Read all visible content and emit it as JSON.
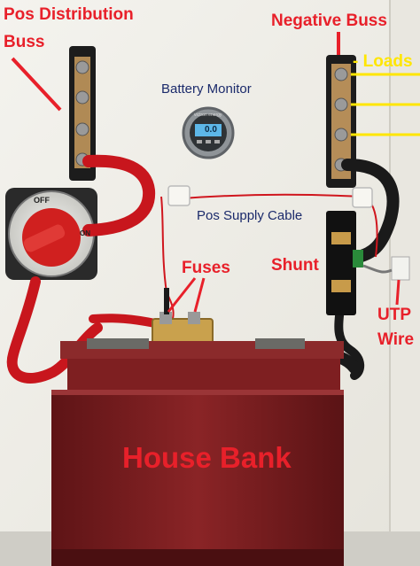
{
  "labels": {
    "pos_distribution": "Pos Distribution",
    "buss": "Buss",
    "negative_buss": "Negative Buss",
    "loads": "- Loads",
    "battery_monitor": "Battery Monitor",
    "pos_supply_cable": "Pos Supply Cable",
    "fuses": "Fuses",
    "shunt": "Shunt",
    "utp": "UTP",
    "wire": "Wire",
    "house_bank": "House Bank"
  },
  "switch": {
    "off": "OFF",
    "on": "ON"
  },
  "monitor": {
    "brand": "victron energy",
    "reading": "0.0"
  },
  "colors": {
    "label_red": "#e8202a",
    "label_yellow": "#ffe600",
    "label_dark": "#1b2a6b",
    "battery": "#7a1d1e",
    "board": "#f2f1ec",
    "cable_red": "#c8161d",
    "cable_black": "#1a1a1a"
  }
}
